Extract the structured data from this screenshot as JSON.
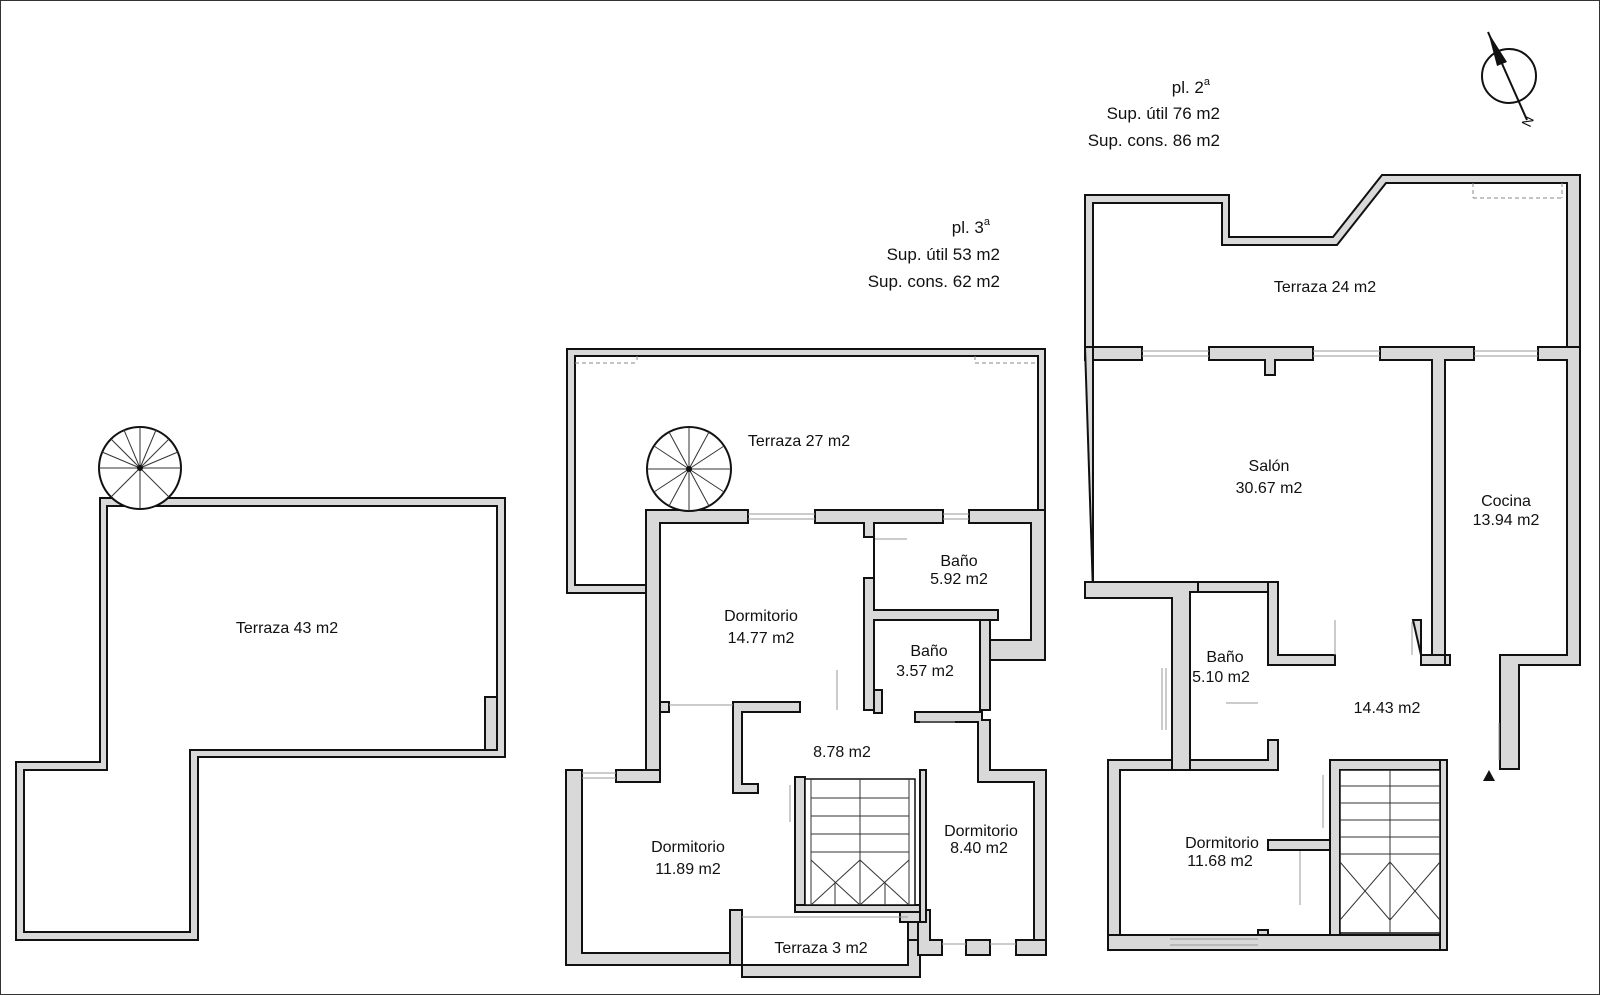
{
  "header_floor_3": {
    "floor": "pl. 3",
    "floor_sup": "a",
    "useful_area": "Sup. útil 53 m2",
    "built_area": "Sup. cons. 62 m2"
  },
  "header_floor_2": {
    "floor": "pl. 2",
    "floor_sup": "a",
    "useful_area": "Sup. útil 76 m2",
    "built_area": "Sup. cons. 86 m2"
  },
  "north_arrow": {
    "letter": "N",
    "icon": "north-arrow-icon"
  },
  "roof_plan": {
    "terrace": "Terraza 43 m2"
  },
  "floor_3": {
    "terrace_top": "Terraza 27 m2",
    "bath_1_name": "Baño",
    "bath_1_area": "5.92 m2",
    "bedroom_1_name": "Dormitorio",
    "bedroom_1_area": "14.77 m2",
    "bath_2_name": "Baño",
    "bath_2_area": "3.57 m2",
    "hall_area": "8.78 m2",
    "bedroom_2_name": "Dormitorio",
    "bedroom_2_area": "11.89 m2",
    "bedroom_3_name": "Dormitorio",
    "bedroom_3_area": "8.40 m2",
    "terrace_bottom": "Terraza 3 m2"
  },
  "floor_2": {
    "terrace": "Terraza 24 m2",
    "living_name": "Salón",
    "living_area": "30.67 m2",
    "kitchen_name": "Cocina",
    "kitchen_area": "13.94 m2",
    "bath_name": "Baño",
    "bath_area": "5.10 m2",
    "hall_area": "14.43 m2",
    "bedroom_name": "Dormitorio",
    "bedroom_area": "11.68 m2"
  },
  "colors": {
    "wall_fill": "#d9d9d9",
    "line": "#111111",
    "background": "#ffffff"
  }
}
